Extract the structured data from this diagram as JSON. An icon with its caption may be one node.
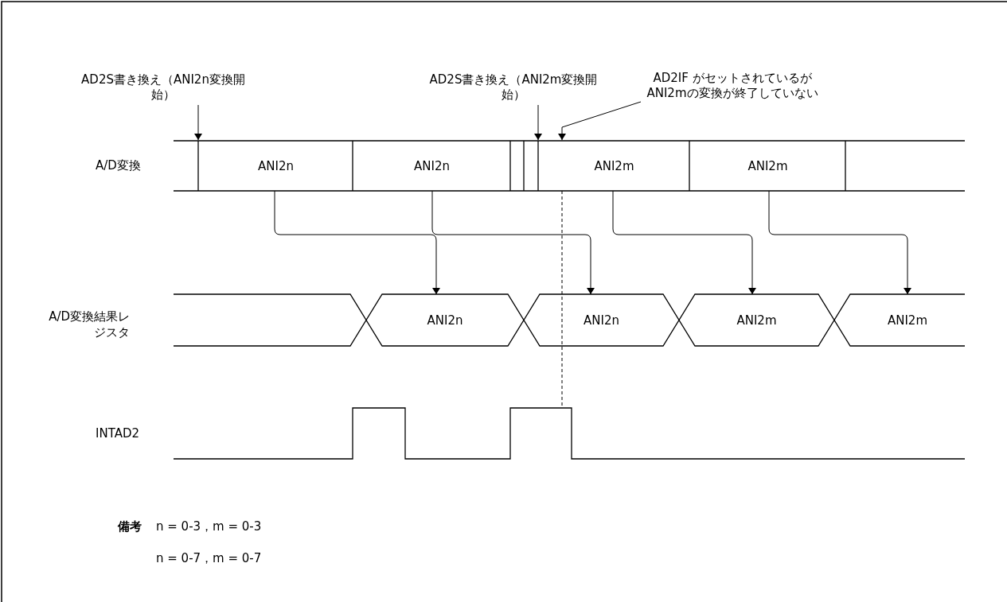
{
  "diagram": {
    "nodes": [
      {
        "text": [
          "AD2S書き換え（ANI2n変換開始）"
        ]
      },
      {
        "text": [
          "AD2S書き換え（ANI2m変換開始）"
        ]
      },
      {
        "text": [
          "AD2IF がセットされているがANI2mの変換が終了していない"
        ]
      },
      {
        "text": [
          "ANI2n"
        ]
      },
      {
        "text": [
          "ANI2n"
        ]
      },
      {
        "text": [
          "ANI2m"
        ]
      },
      {
        "text": [
          "ANI2m"
        ]
      },
      {
        "text": [
          "ANI2n"
        ]
      },
      {
        "text": [
          "ANI2n"
        ]
      },
      {
        "text": [
          "ANI2m"
        ]
      },
      {
        "text": [
          "ANI2m"
        ]
      }
    ],
    "edges": [
      {
        "from": 0,
        "to": null,
        "arrow": "to"
      },
      {
        "from": 1,
        "to": null,
        "arrow": "to"
      },
      {
        "from": 2,
        "to": null,
        "arrow": "to"
      },
      {
        "from": 3,
        "to": 7,
        "arrow": "to"
      },
      {
        "from": 4,
        "to": 8,
        "arrow": "to"
      },
      {
        "from": 5,
        "to": 9,
        "arrow": "to"
      },
      {
        "from": 6,
        "to": 10,
        "arrow": "to"
      }
    ],
    "labels": [
      "A/D変換",
      "A/D変換結果レジスタ",
      "INTAD2",
      "備考",
      "n = 0-3，m = 0-3",
      "n = 0-7，m = 0-7"
    ]
  }
}
